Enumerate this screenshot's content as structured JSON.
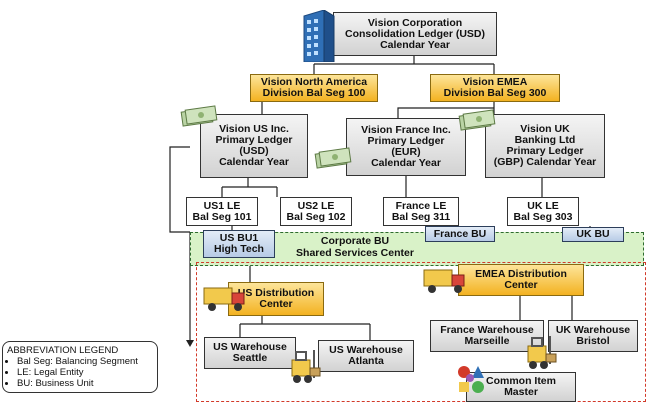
{
  "nodes": {
    "consolidation": {
      "title": "Vision Corporation\nConsolidation Ledger (USD)\nCalendar Year"
    },
    "div_na": {
      "title": "Vision North America\nDivision  Bal Seg 100"
    },
    "div_emea": {
      "title": "Vision EMEA\nDivision  Bal Seg 300"
    },
    "us_ledger": {
      "title": "Vision US Inc.\nPrimary Ledger\n(USD)\nCalendar Year"
    },
    "france_ledger": {
      "title": "Vision France Inc.\nPrimary Ledger\n(EUR)\nCalendar Year"
    },
    "uk_ledger": {
      "title": "Vision UK\nBanking Ltd\nPrimary Ledger\n(GBP) Calendar Year"
    },
    "us1_le": {
      "title": "US1 LE\nBal Seg 101"
    },
    "us2_le": {
      "title": "US2 LE\nBal Seg 102"
    },
    "france_le": {
      "title": "France LE\nBal Seg 311"
    },
    "uk_le": {
      "title": "UK LE\nBal Seg 303"
    },
    "us_bu1": {
      "title": "US BU1\nHigh Tech"
    },
    "france_bu": {
      "title": "France BU"
    },
    "uk_bu": {
      "title": "UK BU"
    },
    "corporate_bu": {
      "title": "Corporate BU\nShared Services Center"
    },
    "us_distribution": {
      "title": "US Distribution\nCenter"
    },
    "emea_distribution": {
      "title": "EMEA Distribution\nCenter"
    },
    "us_wh_seattle": {
      "title": "US Warehouse\nSeattle"
    },
    "us_wh_atlanta": {
      "title": "US Warehouse\nAtlanta"
    },
    "fr_wh_marseille": {
      "title": "France Warehouse\nMarseille"
    },
    "uk_wh_bristol": {
      "title": "UK Warehouse\nBristol"
    },
    "common_item_master": {
      "title": "Common Item\nMaster"
    }
  },
  "legend": {
    "title": "ABBREVIATION LEGEND",
    "items": [
      "Bal Seg: Balancing Segment",
      "LE: Legal Entity",
      "BU: Business Unit"
    ]
  },
  "icons": [
    "office-building-icon",
    "money-icon",
    "truck-icon",
    "forklift-icon",
    "shapes-icon"
  ],
  "colors": {
    "division": "#f3b221",
    "ledger": "#d9d9d9",
    "bu": "#b7cbe6",
    "shared_services": "#d9f2c8",
    "region_dash": "#d23a2a"
  }
}
